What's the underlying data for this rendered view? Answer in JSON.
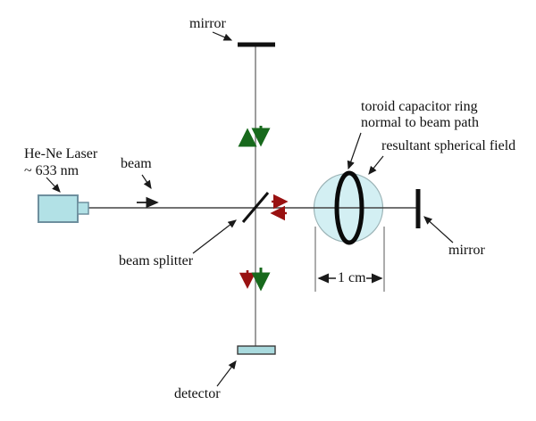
{
  "diagram": {
    "title_implied": "interferometer optical bench diagram",
    "labels": {
      "mirror_top": "mirror",
      "laser_name": "He-Ne Laser",
      "laser_wavelength": "~ 633 nm",
      "beam": "beam",
      "toroid_line1": "toroid capacitor ring",
      "toroid_line2": "normal to beam path",
      "resultant_field": "resultant spherical field",
      "beam_splitter": "beam splitter",
      "mirror_right": "mirror",
      "dimension": "1 cm",
      "detector": "detector"
    },
    "colors": {
      "background": "#ffffff",
      "component_fill": "#b2e1e6",
      "sphere_fill": "#d3eff3",
      "detector_fill": "#a9dade",
      "arrow_red": "#991111",
      "arrow_green": "#17691c",
      "ink_black": "#1a1a1a",
      "beam_line_gray": "#7d7d7d"
    }
  }
}
